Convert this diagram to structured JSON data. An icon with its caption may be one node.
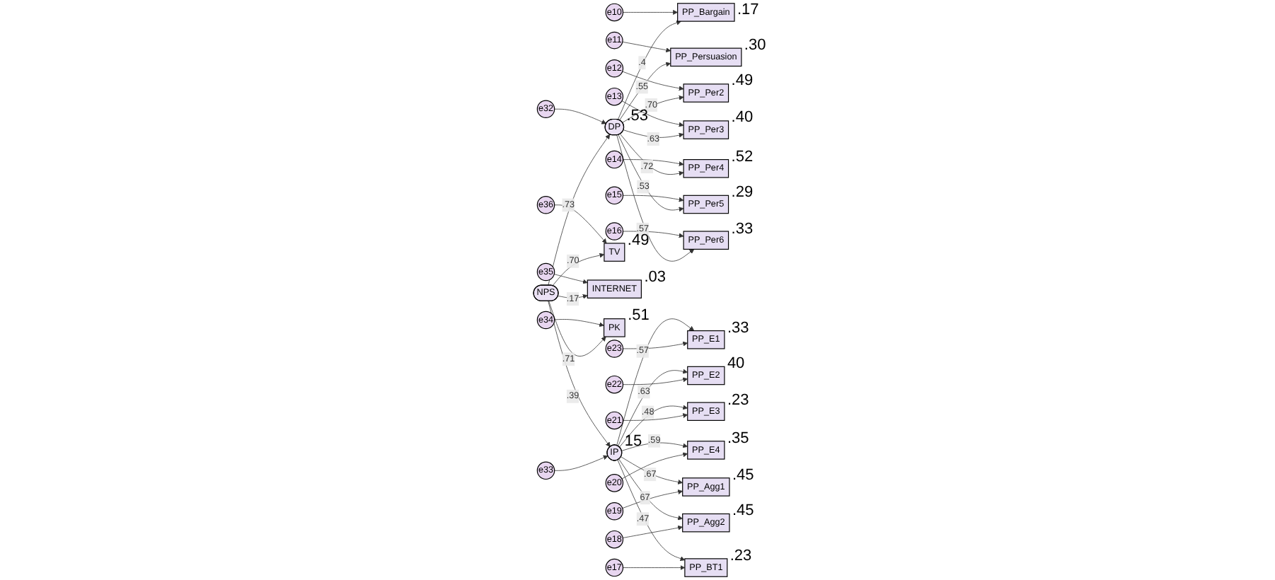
{
  "diagram": {
    "nodes": [
      {
        "text": [
          "e10"
        ]
      },
      {
        "text": [
          "e11"
        ]
      },
      {
        "text": [
          "e12"
        ]
      },
      {
        "text": [
          "e13"
        ]
      },
      {
        "text": [
          "e14"
        ]
      },
      {
        "text": [
          "e15"
        ]
      },
      {
        "text": [
          "e16"
        ]
      },
      {
        "text": [
          "PP_Bargain"
        ],
        "beside": [
          ".17"
        ]
      },
      {
        "text": [
          "PP_Persuasion"
        ],
        "beside": [
          ".30"
        ]
      },
      {
        "text": [
          "PP_Per2"
        ],
        "beside": [
          ".49"
        ]
      },
      {
        "text": [
          "PP_Per3"
        ],
        "beside": [
          ".40"
        ]
      },
      {
        "text": [
          "PP_Per4"
        ],
        "beside": [
          ".52"
        ]
      },
      {
        "text": [
          "PP_Per5"
        ],
        "beside": [
          ".29"
        ]
      },
      {
        "text": [
          "PP_Per6"
        ],
        "beside": [
          ".33"
        ]
      },
      {
        "text": [
          "DP"
        ],
        "beside": [
          ".53"
        ]
      },
      {
        "text": [
          "e32"
        ]
      },
      {
        "text": [
          "e36"
        ]
      },
      {
        "text": [
          "TV"
        ],
        "beside": [
          ".49"
        ]
      },
      {
        "text": [
          "e35"
        ]
      },
      {
        "text": [
          "INTERNET"
        ],
        "beside": [
          ".03"
        ]
      },
      {
        "text": [
          "e34"
        ]
      },
      {
        "text": [
          "PK"
        ],
        "beside": [
          ".51"
        ]
      },
      {
        "text": [
          "NPS"
        ]
      },
      {
        "text": [
          "e33"
        ]
      },
      {
        "text": [
          "IP"
        ],
        "beside": [
          "15"
        ]
      },
      {
        "text": [
          "PP_E1"
        ],
        "beside": [
          ".33"
        ]
      },
      {
        "text": [
          "PP_E2"
        ],
        "beside": [
          "40"
        ]
      },
      {
        "text": [
          "PP_E3"
        ],
        "beside": [
          ".23"
        ]
      },
      {
        "text": [
          "PP_E4"
        ],
        "beside": [
          ".35"
        ]
      },
      {
        "text": [
          "PP_Agg1"
        ],
        "beside": [
          ".45"
        ]
      },
      {
        "text": [
          "PP_Agg2"
        ],
        "beside": [
          ".45"
        ]
      },
      {
        "text": [
          "PP_BT1"
        ],
        "beside": [
          ".23"
        ]
      },
      {
        "text": [
          "e23"
        ]
      },
      {
        "text": [
          "e22"
        ]
      },
      {
        "text": [
          "e21"
        ]
      },
      {
        "text": [
          "e20"
        ]
      },
      {
        "text": [
          "e19"
        ]
      },
      {
        "text": [
          "e18"
        ]
      },
      {
        "text": [
          "e17"
        ]
      }
    ],
    "edges": [
      {
        "from": 0,
        "to": 7,
        "arrow": "to"
      },
      {
        "from": 1,
        "to": 8,
        "arrow": "to"
      },
      {
        "from": 2,
        "to": 9,
        "arrow": "to"
      },
      {
        "from": 3,
        "to": 10,
        "arrow": "to"
      },
      {
        "from": 4,
        "to": 11,
        "arrow": "to"
      },
      {
        "from": 5,
        "to": 12,
        "arrow": "to"
      },
      {
        "from": 6,
        "to": 13,
        "arrow": "to"
      },
      {
        "from": 14,
        "to": 7,
        "arrow": "to",
        "label": ".4"
      },
      {
        "from": 14,
        "to": 8,
        "arrow": "to",
        "label": ".55"
      },
      {
        "from": 14,
        "to": 9,
        "arrow": "to",
        "label": ".70"
      },
      {
        "from": 14,
        "to": 10,
        "arrow": "to",
        "label": ".63"
      },
      {
        "from": 14,
        "to": 11,
        "arrow": "to",
        "label": ".72"
      },
      {
        "from": 14,
        "to": 12,
        "arrow": "to",
        "label": ".53"
      },
      {
        "from": 14,
        "to": 13,
        "arrow": "to",
        "label": ".57"
      },
      {
        "from": 15,
        "to": 14,
        "arrow": "to"
      },
      {
        "from": 16,
        "to": 17,
        "arrow": "to"
      },
      {
        "from": 18,
        "to": 19,
        "arrow": "to"
      },
      {
        "from": 20,
        "to": 21,
        "arrow": "to"
      },
      {
        "from": 22,
        "to": 17,
        "arrow": "to",
        "label": ".70"
      },
      {
        "from": 22,
        "to": 19,
        "arrow": "to",
        "label": ".17"
      },
      {
        "from": 22,
        "to": 21,
        "arrow": "to",
        "label": ".71"
      },
      {
        "from": 22,
        "to": 14,
        "arrow": "to",
        "label": ".73"
      },
      {
        "from": 22,
        "to": 24,
        "arrow": "to",
        "label": ".39"
      },
      {
        "from": 23,
        "to": 24,
        "arrow": "to"
      },
      {
        "from": 24,
        "to": 25,
        "arrow": "to",
        "label": ".57"
      },
      {
        "from": 24,
        "to": 26,
        "arrow": "to",
        "label": ".63"
      },
      {
        "from": 24,
        "to": 27,
        "arrow": "to",
        "label": ".48"
      },
      {
        "from": 24,
        "to": 28,
        "arrow": "to",
        "label": ".59"
      },
      {
        "from": 24,
        "to": 29,
        "arrow": "to",
        "label": ".67"
      },
      {
        "from": 24,
        "to": 30,
        "arrow": "to",
        "label": "67"
      },
      {
        "from": 24,
        "to": 31,
        "arrow": "to",
        "label": ".47"
      },
      {
        "from": 32,
        "to": 25,
        "arrow": "to"
      },
      {
        "from": 33,
        "to": 26,
        "arrow": "to"
      },
      {
        "from": 34,
        "to": 27,
        "arrow": "to"
      },
      {
        "from": 35,
        "to": 28,
        "arrow": "to"
      },
      {
        "from": 36,
        "to": 29,
        "arrow": "to"
      },
      {
        "from": 37,
        "to": 30,
        "arrow": "to"
      },
      {
        "from": 38,
        "to": 31,
        "arrow": "to"
      }
    ]
  }
}
